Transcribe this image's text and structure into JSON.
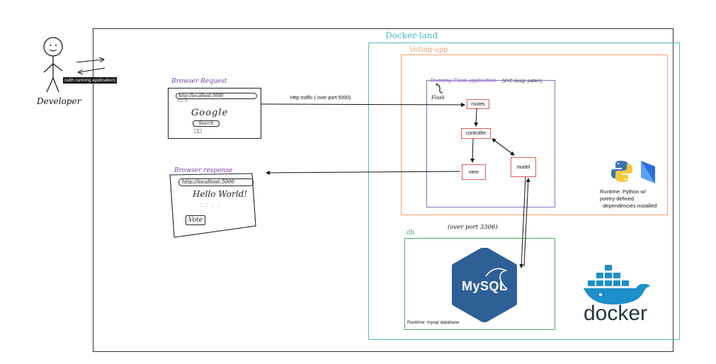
{
  "developer": {
    "label": "Developer",
    "note": "(with running application)"
  },
  "request": {
    "title": "Browser Request",
    "url": "http://localhost:5000",
    "google": "Google",
    "search": "Search",
    "traffic": "Http traffic ( over port 5000)"
  },
  "response": {
    "title": "Browser response",
    "url": "http://localhost:5000",
    "hello": "Hello World!",
    "vote": "Vote"
  },
  "docker_land": {
    "title": "Docker-land"
  },
  "voting_app": {
    "title": "Voting-app",
    "flask_title": "Running Flask application",
    "pattern": "(MVC design pattern)",
    "flask_logo": "Flask",
    "routes": "routes",
    "controller": "controller",
    "view": "view",
    "model": "model",
    "runtime": [
      "Runtime: Python w/",
      "poetry-defined",
      "dependencies installed"
    ]
  },
  "db": {
    "title": "db",
    "port": "(over port 3306)",
    "logo": "MySQL",
    "runtime": "Runtime: mysql database"
  },
  "docker_logo": "docker",
  "colors": {
    "docker_land": "#4fb8c8",
    "voting_app": "#f0a070",
    "flask": "#8a6cc8",
    "db": "#4caf6a",
    "component": "#e05a5a",
    "mysql": "#2f5f97",
    "docker": "#1d8fca",
    "docker_text": "#233640",
    "handwriting": "#7a3fb0",
    "python_blue": "#3b75b0",
    "python_yellow": "#f4c93c",
    "poetry": "#2a6cdf"
  },
  "icons": [
    "stick-figure-icon",
    "flask-icon",
    "python-icon",
    "poetry-icon",
    "mysql-dolphin-icon",
    "docker-whale-icon"
  ]
}
